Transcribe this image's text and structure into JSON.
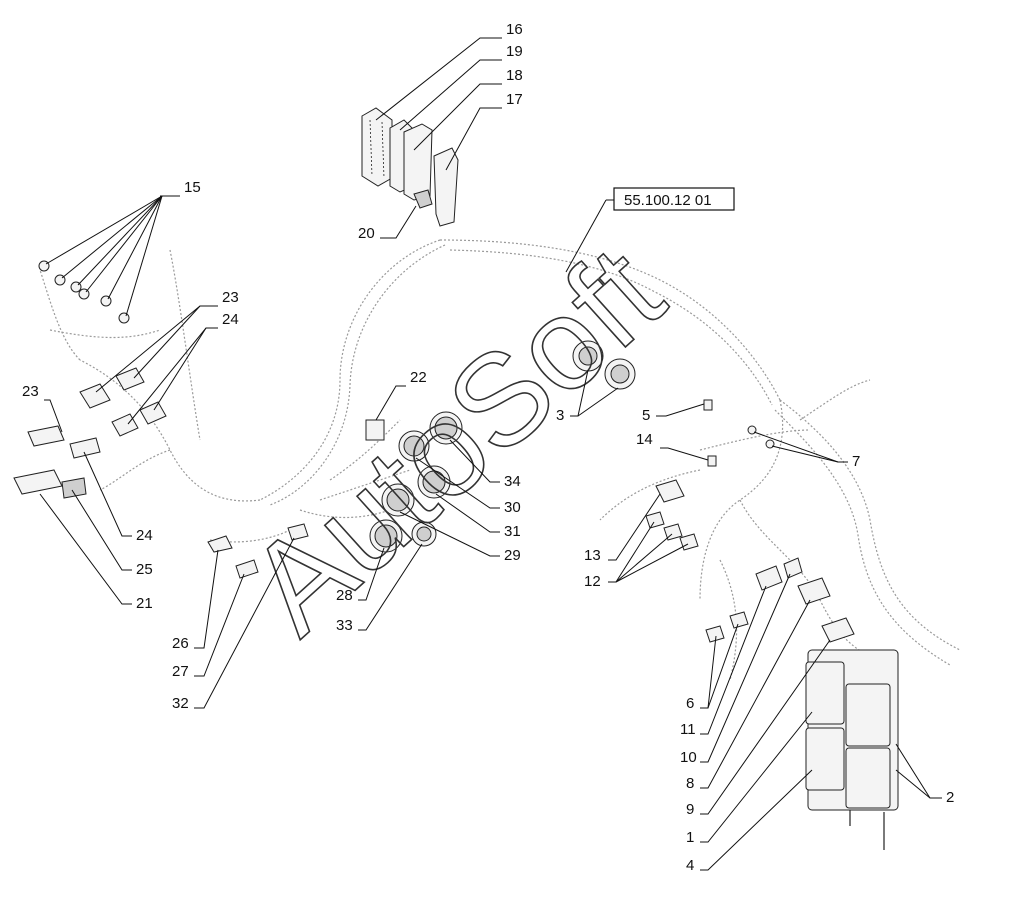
{
  "reference_label": "55.100.12 01",
  "watermark": "AutoSoft",
  "callouts": {
    "c1": "1",
    "c2": "2",
    "c3": "3",
    "c4": "4",
    "c5": "5",
    "c6": "6",
    "c7": "7",
    "c8": "8",
    "c9": "9",
    "c10": "10",
    "c11": "11",
    "c12": "12",
    "c13": "13",
    "c14": "14",
    "c15": "15",
    "c16": "16",
    "c17": "17",
    "c18": "18",
    "c19": "19",
    "c20": "20",
    "c21": "21",
    "c22": "22",
    "c23a": "23",
    "c23b": "23",
    "c24a": "24",
    "c24b": "24",
    "c25": "25",
    "c26": "26",
    "c27": "27",
    "c28": "28",
    "c29": "29",
    "c30": "30",
    "c31": "31",
    "c32": "32",
    "c33": "33",
    "c34": "34"
  }
}
